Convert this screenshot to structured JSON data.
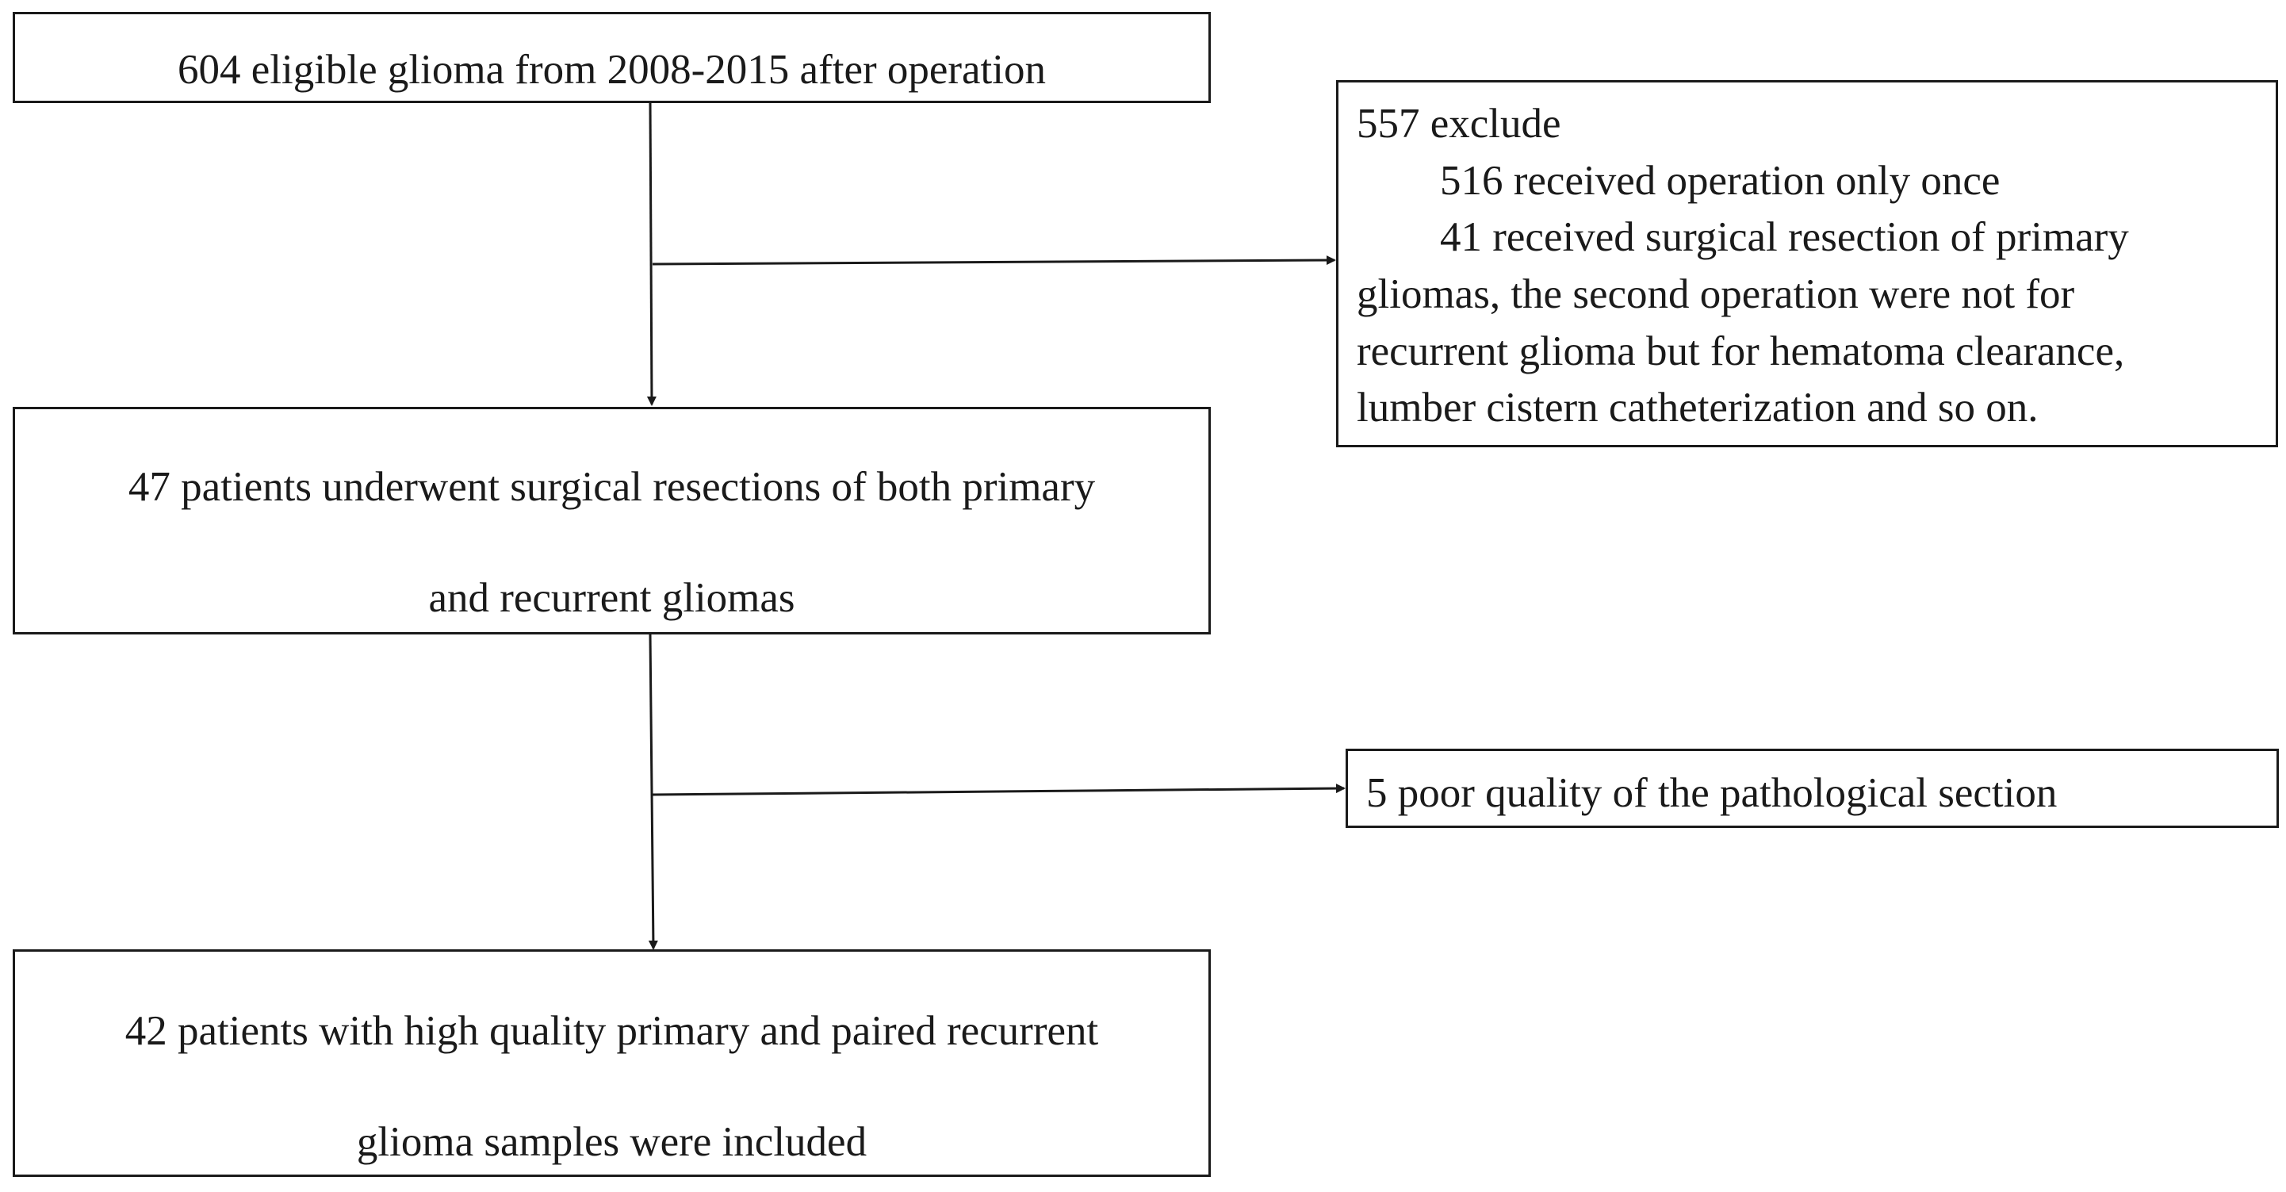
{
  "flowchart": {
    "enrolled": {
      "text": "604 eligible glioma from 2008-2015 after operation"
    },
    "exclusion_1": {
      "heading": "557 exclude",
      "lines": [
        "516 received operation only once",
        "41 received surgical resection of primary",
        "gliomas, the second operation were not for",
        "recurrent glioma but for hematoma clearance,",
        "lumber cistern catheterization and so on."
      ]
    },
    "both_resections": {
      "lines": [
        "47 patients underwent surgical resections of both primary",
        "and recurrent gliomas"
      ]
    },
    "exclusion_2": {
      "text": "5 poor quality of the pathological section"
    },
    "included": {
      "lines": [
        "42 patients with high quality primary and paired recurrent",
        "glioma samples were included"
      ]
    }
  }
}
